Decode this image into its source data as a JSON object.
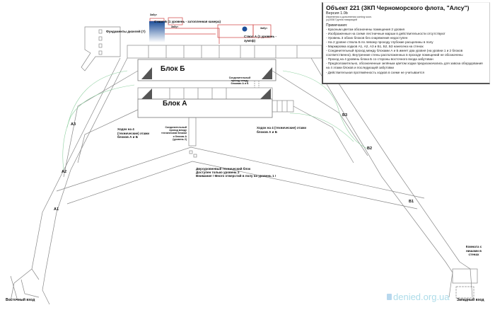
{
  "legend": {
    "title": "Объект 221 (ЗКП Черноморского флота, \"Алсу\")",
    "version": "Версия 1.0b",
    "changes": "Изменения и дополнения coming soon.",
    "copyright": "(c)2008 Группа товарищей",
    "notes_header": "Примечания:",
    "notes": [
      "- Красным цветом обозначены помещения 2 уровня",
      "- Изображенные на схеме лестничные марши в действительности отсутствуют",
      "- Уровень 3 обоих блоков без снаряжения недоступен",
      "- На 2 уровне ствола Б по левому проходу глубокие расщелины в полу",
      "- Маркировка ходков А1, А2, А3 и Б1, Б2, Б3 нанесена на стенах",
      "- Соединительный проход между блоками А и Б имеет два уровня (на уровни 1 и 2 блоков соответственно). Внутренние стены расположенных в проходе помещений не обозначены",
      "- Проход на 4 уровень блока Б со стороны восточного входа забутован",
      "- Предположительно, обозначенные зелёным цветом ходки предназначались для завоза оборудования на 4 этажи блоков и последующей забутовки",
      "- Действительная протяжённость ходков в схеме не учитывается"
    ]
  },
  "labels": {
    "block_b": "Блок Б",
    "block_a": "Блок А",
    "shaft_b": "Ствол Б (1 уровень - затопленная камера)",
    "shaft_a": "Ствол А (1 уровень - зумпф)",
    "zabut_1": "Забут",
    "zabut_2": "Забут",
    "zabut_3": "Забут",
    "diesel_foundations": "Фундаменты дизелей (?)",
    "ab_passage": "Соединительный проход между блоками А и Б",
    "tech_passage": "Соединительный проход между техническим блоком и блоком А (уровень 2)",
    "tunnels_left": "Ходок на 4 (технические) этажи блоков А и Б",
    "tunnels_right": "Ходок на 4 (технические) этажи блоков А и Б",
    "tech_block_1": "Двухуровневый технический блок",
    "tech_block_2": "Доступен только уровень 2",
    "tech_block_3": "Внимание ! Много отверстий в полу на уровень 1 !",
    "room_niches": "Комната с нишами в стенах",
    "east_entrance": "Восточный вход",
    "west_entrance": "Западный вход",
    "a1": "A1",
    "a2": "A2",
    "a3": "A3",
    "b1": "B1",
    "b2": "B2",
    "b3": "B3"
  },
  "watermark": "denied.org.ua",
  "colors": {
    "level2": "#d04040",
    "shaft": "#1e4f9a",
    "green_tunnels": "#8fd0a0",
    "walls": "#777777"
  }
}
